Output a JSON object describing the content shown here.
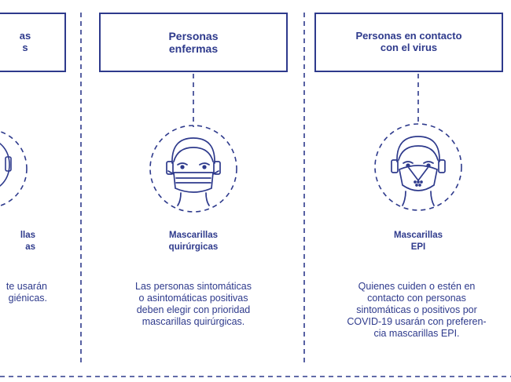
{
  "colors": {
    "primary": "#2e3a8c",
    "background": "#ffffff"
  },
  "columns": [
    {
      "title": "as\ns",
      "label": "llas\nas",
      "description": "te usarán\ngiénicas.",
      "icon": "face-cloth-mask-icon"
    },
    {
      "title": "Personas\nenfermas",
      "label": "Mascarillas\nquirúrgicas",
      "description": "Las personas sintomáticas\no asintomáticas positivas\ndeben elegir con prioridad\nmascarillas quirúrgicas.",
      "icon": "face-surgical-mask-icon"
    },
    {
      "title": "Personas en contacto\ncon el virus",
      "label": "Mascarillas\nEPI",
      "description": "Quienes cuiden o estén en\ncontacto con personas\nsintomáticas o positivos por\nCOVID-19 usarán con preferen-\ncia mascarillas EPI.",
      "icon": "face-ffp-mask-icon"
    }
  ]
}
